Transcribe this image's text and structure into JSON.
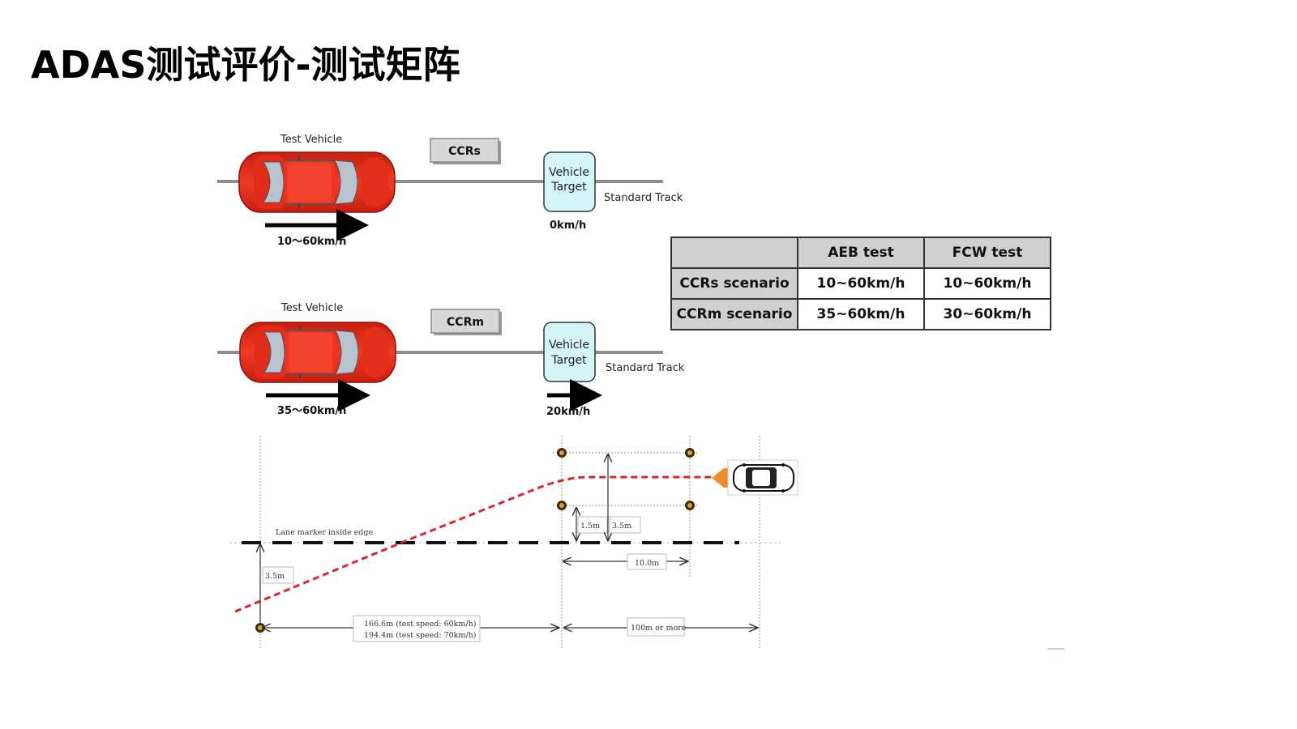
{
  "title": "ADAS测试评价-测试矩阵",
  "scenario_ccrs": {
    "vehicle_label": "Test Vehicle",
    "tag": "CCRs",
    "target_line1": "Vehicle",
    "target_line2": "Target",
    "track_label": "Standard Track",
    "vehicle_speed": "10～60km/h",
    "target_speed": "0km/h"
  },
  "scenario_ccrm": {
    "vehicle_label": "Test Vehicle",
    "tag": "CCRm",
    "target_line1": "Vehicle",
    "target_line2": "Target",
    "track_label": "Standard Track",
    "vehicle_speed": "35～60km/h",
    "target_speed": "20km/h"
  },
  "matrix": {
    "headers": [
      "",
      "AEB test",
      "FCW test"
    ],
    "rows": [
      {
        "scenario": "CCRs scenario",
        "aeb": "10~60km/h",
        "fcw": "10~60km/h"
      },
      {
        "scenario": "CCRm scenario",
        "aeb": "35~60km/h",
        "fcw": "30~60km/h"
      }
    ]
  },
  "lane_change": {
    "lane_marker_label": "Lane marker inside edge",
    "dim_lane_width": "3.5m",
    "dim_1_5": "1.5m",
    "dim_3_5": "3.5m",
    "dim_10": "10.0m",
    "dist_line1": "166.6m (test speed: 60km/h)",
    "dist_line2": "194.4m (test speed: 70km/h)",
    "dist_more": "100m or more"
  },
  "colors": {
    "car_red": "#e8301a",
    "target_fill": "#d4f6f8",
    "path_red": "#d9262b",
    "arrow_orange": "#f08a2a"
  }
}
